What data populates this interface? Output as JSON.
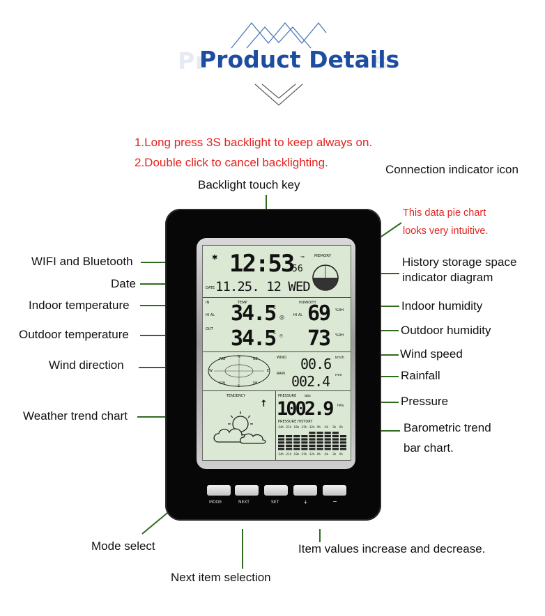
{
  "header": {
    "title": "Product Details",
    "ghost_prefix": "Pr",
    "ghost_suffix": "s"
  },
  "notes": {
    "backlight_line1": "1.Long press 3S backlight to keep always on.",
    "backlight_line2": "2.Double click to cancel backlighting.",
    "pie_line1": "This data pie chart",
    "pie_line2": "looks very intuitive."
  },
  "callouts": {
    "connection_icon": "Connection indicator icon",
    "backlight_key": "Backlight touch key",
    "wifi_bluetooth": "WIFI and Bluetooth",
    "date": "Date",
    "indoor_temperature": "Indoor temperature",
    "outdoor_temperature": "Outdoor temperature",
    "wind_direction": "Wind direction",
    "weather_trend": "Weather trend chart",
    "history_storage_1": "History storage space",
    "history_storage_2": "indicator diagram",
    "indoor_humidity": "Indoor humidity",
    "outdoor_humidity": "Outdoor humidity",
    "wind_speed": "Wind speed",
    "rainfall": "Rainfall",
    "pressure": "Pressure",
    "baro_trend_1": "Barometric trend",
    "baro_trend_2": "bar chart.",
    "mode_select": "Mode select",
    "next_item": "Next item selection",
    "item_values": "Item values increase and decrease."
  },
  "display": {
    "time": "12:53",
    "seconds": "56",
    "memory": "MEMORY",
    "date_tag": "DATE",
    "date": "11.25. 12 WED",
    "in_tag": "IN",
    "temp_tag": "TEMP",
    "hi_al": "HI AL",
    "indoor_temp": "34.5",
    "temp_unit": "°C",
    "humidity_tag": "HUMIDITY",
    "indoor_humidity": "69",
    "outdoor_humidity": "73",
    "rh_unit": "%RH",
    "out_tag": "OUT",
    "outdoor_temp": "34.5",
    "compass": {
      "nw": "NW",
      "n": "N",
      "ne": "NE",
      "w": "W",
      "e": "E",
      "sw": "SW",
      "s": "S",
      "se": "SE"
    },
    "wind_tag": "WIND",
    "wind_unit": "km/h",
    "wind_speed": "00.6",
    "rain_tag": "RAIN",
    "rain_unit": "mm",
    "rainfall": "002.4",
    "tendency": "TENDENCY",
    "pressure_tag": "PRESSURE",
    "abs_tag": "abs",
    "pressure": "1002.9",
    "pressure_unit": "hPa",
    "pressure_history": "PRESSURE HISTORY",
    "history_hours": [
      "-24h",
      "-21h",
      "-18h",
      "-15h",
      "-12h",
      "-9h",
      "-6h",
      "-3h",
      "0h"
    ],
    "bar_levels": [
      5,
      5,
      5,
      5,
      6,
      6,
      6,
      6,
      5
    ]
  },
  "buttons": {
    "mode": "MODE",
    "next": "NEXT",
    "set": "SET",
    "plus": "+",
    "minus": "−"
  },
  "colors": {
    "title_blue": "#1d4da0",
    "note_red": "#e3231f",
    "leader_green": "#2f6b1f",
    "lcd_green": "#dbe8d4"
  }
}
